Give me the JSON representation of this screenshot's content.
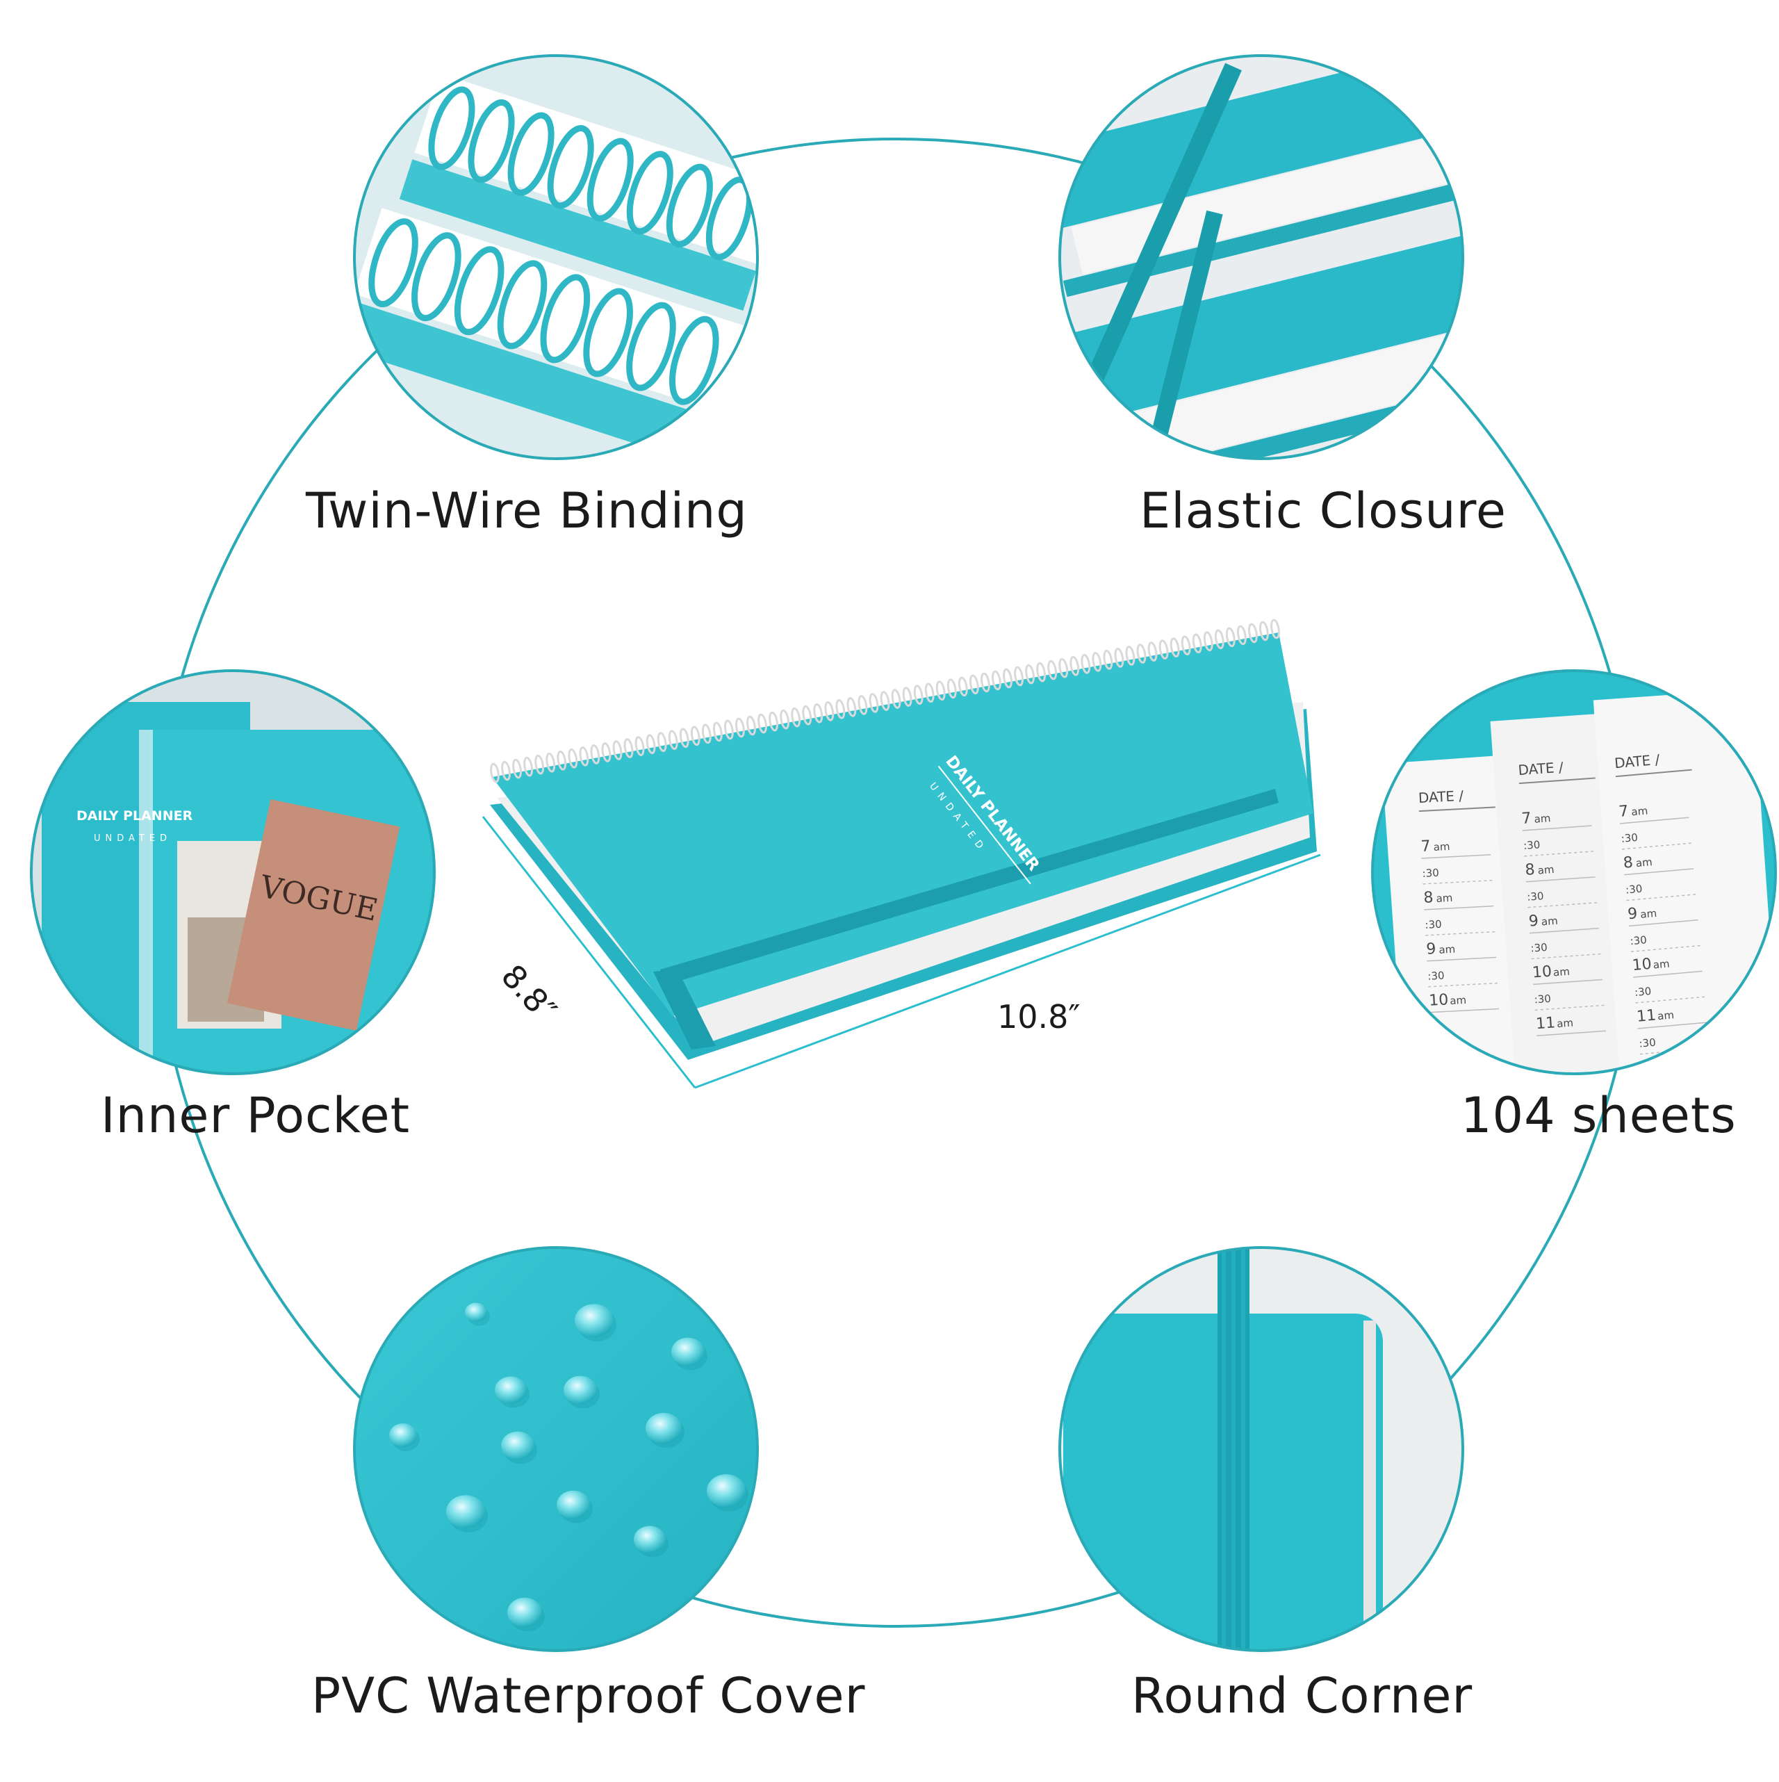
{
  "colors": {
    "accent": "#2bbfce",
    "accent_dark": "#1ea6b6",
    "ring_line": "#2aa9b6",
    "paper": "#f4f4f4",
    "text": "#1b1b1b"
  },
  "features": {
    "binding": "Twin-Wire Binding",
    "elastic": "Elastic Closure",
    "pocket": "Inner Pocket",
    "sheets": "104 sheets",
    "waterproof": "PVC Waterproof Cover",
    "corner": "Round Corner"
  },
  "product": {
    "title": "DAILY PLANNER",
    "subtitle": "UNDATED",
    "width": "10.8″",
    "depth": "8.8″"
  },
  "pocket_detail": {
    "cover_title": "DAILY PLANNER",
    "cover_subtitle": "UNDATED",
    "magazine": "VOGUE"
  },
  "pages": {
    "date_label": "DATE /",
    "page1": [
      "7",
      "am",
      ":30",
      "8",
      "am",
      ":30",
      "9",
      "am",
      ":30",
      "10",
      "am"
    ],
    "page2": [
      "7",
      "am",
      ":30",
      "8",
      "am",
      ":30",
      "9",
      "am",
      ":30",
      "10",
      "am",
      ":30",
      "11",
      "am"
    ],
    "page3": [
      "7",
      "am",
      ":30",
      "8",
      "am",
      ":30",
      "9",
      "am",
      ":30",
      "10",
      "am",
      ":30",
      "11",
      "am",
      ":30"
    ]
  }
}
